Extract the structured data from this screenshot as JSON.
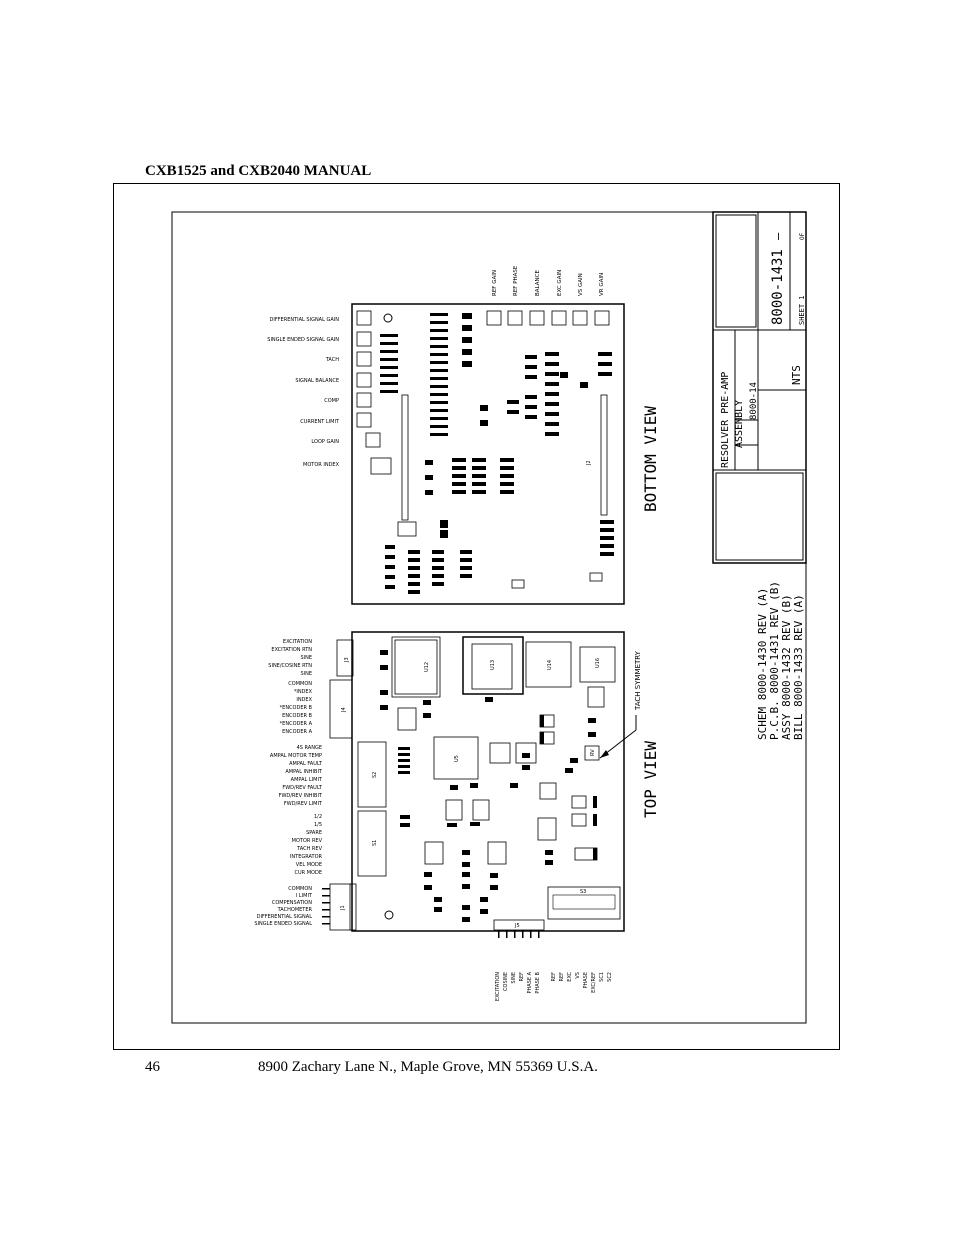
{
  "header": {
    "title": "CXB1525 and CXB2040 MANUAL"
  },
  "footer": {
    "page_number": "46",
    "address": "8900 Zachary Lane N., Maple Grove, MN 55369 U.S.A."
  },
  "drawing": {
    "views": {
      "bottom": "BOTTOM VIEW",
      "top": "TOP VIEW"
    },
    "title_block": {
      "title_line1": "RESOLVER PRE-AMP",
      "title_line2": "ASSEMBLY",
      "model": "8000-14",
      "drawing_number": "8000-1431",
      "rev": "—",
      "scale": "NTS",
      "sheet": "SHEET 1",
      "of": "OF"
    },
    "doc_refs": [
      "SCHEM 8000-1430 REV (A)",
      "P.C.B. 8000-1431 REV (B)",
      "ASSY 8000-1432 REV (B)",
      "BILL 8000-1433 REV (A)"
    ],
    "tach_label": "TACH SYMMETRY",
    "bottom_left_labels": [
      "DIFFERENTIAL SIGNAL GAIN",
      "SINGLE ENDED SIGNAL GAIN",
      "TACH",
      "SIGNAL BALANCE",
      "COMP",
      "CURRENT LIMIT",
      "LOOP GAIN",
      "MOTOR INDEX"
    ],
    "bottom_top_labels": [
      "REF GAIN",
      "REF PHASE",
      "BALANCE",
      "EXC GAIN",
      "VS GAIN",
      "VR GAIN"
    ],
    "top_left_labels_j3": [
      "EXCITATION",
      "EXCITATION RTN",
      "SINE",
      "SINE/COSINE RTN",
      "SINE"
    ],
    "top_left_labels_j4": [
      "COMMON",
      "*INDEX",
      "INDEX",
      "*ENCODER B",
      "ENCODER B",
      "*ENCODER A",
      "ENCODER A"
    ],
    "top_left_labels_s2": [
      "4S RANGE",
      "AMPAL MOTOR TEMP",
      "AMPAL FAULT",
      "AMPAL INHIBIT",
      "AMPAL LIMIT",
      "FWD/REV FAULT",
      "FWD/REV INHIBIT",
      "FWD/REV LIMIT"
    ],
    "top_left_labels_s1": [
      "1/2",
      "1/5",
      "SPARE",
      "MOTOR REV",
      "TACH REV",
      "INTEGRATOR",
      "VEL MODE",
      "CUR MODE"
    ],
    "top_left_labels_j1": [
      "COMMON",
      "I LIMIT",
      "COMPENSATION",
      "TACHOMETER",
      "DIFFERENTIAL SIGNAL",
      "SINGLE ENDED SIGNAL"
    ],
    "top_bottom_labels": [
      "EXCITATION",
      "COSINE",
      "SINE",
      "REF",
      "PHASE A",
      "PHASE B"
    ],
    "s3_labels": [
      "REF",
      "REF",
      "EXC",
      "VS",
      "PHASE",
      "EXC/REF",
      "SC1",
      "SC2"
    ],
    "chips": [
      "U12",
      "U13",
      "U14",
      "U16",
      "U5",
      "J3",
      "J4",
      "S2",
      "S1",
      "S3",
      "J1",
      "J5",
      "J2",
      "RV"
    ]
  }
}
